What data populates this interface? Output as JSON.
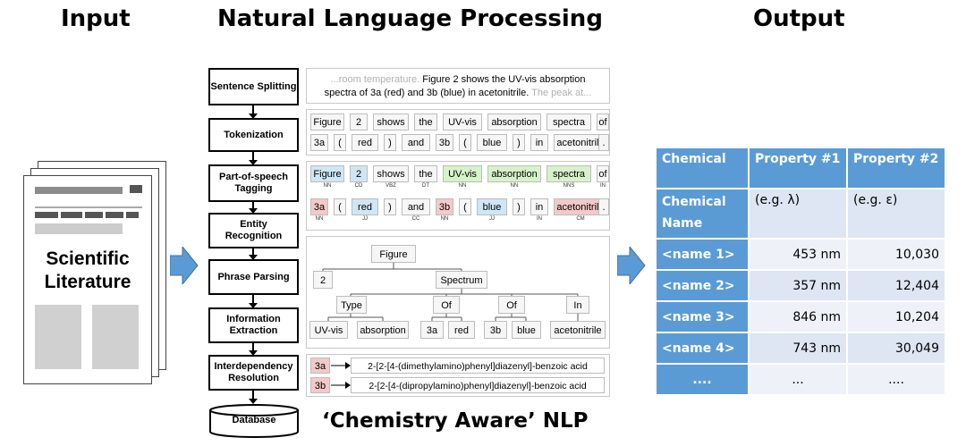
{
  "headers": {
    "input": "Input",
    "nlp": "Natural Language Processing",
    "output": "Output"
  },
  "document_label": [
    "Scientific",
    "Literature"
  ],
  "stages": [
    "Sentence Splitting",
    "Tokenization",
    "Part-of-speech Tagging",
    "Entity Recognition",
    "Phrase Parsing",
    "Information Extraction",
    "Interdependency Resolution",
    "Database"
  ],
  "sentence": {
    "before": "...room temperature. ",
    "main": "Figure 2 shows the UV-vis absorption spectra of 3a (red) and 3b (blue) in acetonitrile.",
    "after": " The peak at..."
  },
  "tokens_row1": [
    "Figure",
    "2",
    "shows",
    "the",
    "UV-vis",
    "absorption",
    "spectra",
    "of"
  ],
  "tokens_row2": [
    "3a",
    "(",
    "red",
    ")",
    "and",
    "3b",
    "(",
    "blue",
    ")",
    "in",
    "acetonitrile",
    "."
  ],
  "pos_row1": [
    {
      "t": "Figure",
      "tag": "NN",
      "c": "#cfe6f5"
    },
    {
      "t": "2",
      "tag": "CD",
      "c": "#cfe6f5"
    },
    {
      "t": "shows",
      "tag": "VBZ",
      "c": "#f6f6f6"
    },
    {
      "t": "the",
      "tag": "DT",
      "c": "#f6f6f6"
    },
    {
      "t": "UV-vis",
      "tag": "NN",
      "c": "#d6f2c9"
    },
    {
      "t": "absorption",
      "tag": "NN",
      "c": "#d6f2c9"
    },
    {
      "t": "spectra",
      "tag": "NNS",
      "c": "#d6f2c9"
    },
    {
      "t": "of",
      "tag": "IN",
      "c": "#f6f6f6"
    }
  ],
  "pos_row2": [
    {
      "t": "3a",
      "tag": "NN",
      "c": "#f3c9c9"
    },
    {
      "t": "(",
      "tag": "",
      "c": "#f6f6f6"
    },
    {
      "t": "red",
      "tag": "JJ",
      "c": "#cfe6f5"
    },
    {
      "t": ")",
      "tag": "",
      "c": "#f6f6f6"
    },
    {
      "t": "and",
      "tag": "CC",
      "c": "#f6f6f6"
    },
    {
      "t": "3b",
      "tag": "NN",
      "c": "#f3c9c9"
    },
    {
      "t": "(",
      "tag": "",
      "c": "#f6f6f6"
    },
    {
      "t": "blue",
      "tag": "JJ",
      "c": "#cfe6f5"
    },
    {
      "t": ")",
      "tag": "",
      "c": "#f6f6f6"
    },
    {
      "t": "in",
      "tag": "IN",
      "c": "#f6f6f6"
    },
    {
      "t": "acetonitrile",
      "tag": "CM",
      "c": "#f3c9c9"
    },
    {
      "t": ".",
      "tag": "",
      "c": "#f6f6f6"
    }
  ],
  "tree": {
    "root": "Figure",
    "n2": "2",
    "spectrum": "Spectrum",
    "type": "Type",
    "of1": "Of",
    "of2": "Of",
    "in": "In",
    "leaves": [
      "UV-vis",
      "absorption",
      "3a",
      "red",
      "3b",
      "blue",
      "acetonitrile"
    ]
  },
  "resolution": [
    {
      "label": "3a",
      "name": "2-[2-[4-(dimethylamino)phenyl]diazenyl]-benzoic acid"
    },
    {
      "label": "3b",
      "name": "2-[2-[4-(dipropylamino)phenyl]diazenyl]-benzoic acid"
    }
  ],
  "footer": "‘Chemistry Aware’ NLP",
  "table": {
    "header": [
      "Chemical",
      "Property #1",
      "Property #2"
    ],
    "subheader": [
      "Chemical Name",
      "(e.g. λ)",
      "(e.g. ε)"
    ],
    "rows": [
      [
        "<name 1>",
        "453 nm",
        "10,030"
      ],
      [
        "<name 2>",
        "357 nm",
        "12,404"
      ],
      [
        "<name 3>",
        "846 nm",
        "10,204"
      ],
      [
        "<name 4>",
        "743 nm",
        "30,049"
      ],
      [
        "....",
        "...",
        "...."
      ]
    ]
  },
  "colors": {
    "accent_blue": "#5b9bd5",
    "table_blue": "#5b9bd5",
    "table_light": "#dde6f2",
    "table_lighter": "#eef2f8",
    "entity_red": "#f3c9c9",
    "entity_blue": "#cfe6f5",
    "entity_green": "#d6f2c9"
  }
}
